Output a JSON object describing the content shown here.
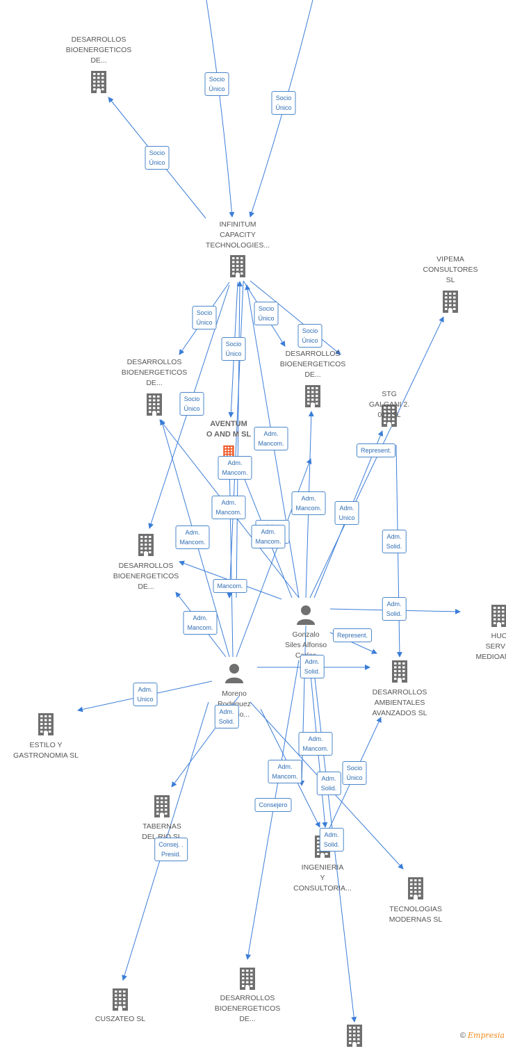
{
  "nodes": {
    "dbe_top": {
      "label": "DESARROLLOS\nBIOENERGETICOS\nDE...",
      "type": "building"
    },
    "infinitum": {
      "label": "INFINITUM\nCAPACITY\nTECHNOLOGIES...",
      "type": "building"
    },
    "vipema": {
      "label": "VIPEMA\nCONSULTORES\nSL",
      "type": "building"
    },
    "dbe_left": {
      "label": "DESARROLLOS\nBIOENERGETICOS\nDE...",
      "type": "building"
    },
    "dbe_mid": {
      "label": "DESARROLLOS\nBIOENERGETICOS\nDE...",
      "type": "building"
    },
    "stg": {
      "label": "STG\nGALGANI 2.\n012 SL",
      "type": "building"
    },
    "aventum": {
      "label": "AVENTUM\nO AND M SL",
      "type": "highlight"
    },
    "dbe_low": {
      "label": "DESARROLLOS\nBIOENERGETICOS\nDE...",
      "type": "building"
    },
    "huc": {
      "label": "HUC\nSERVIC\nMEDIOAMBIE",
      "type": "building"
    },
    "gonzalo": {
      "label": "Gonzalo\nSiles Alfonso\nCarlos",
      "type": "person"
    },
    "daa": {
      "label": "DESARROLLOS\nAMBIENTALES\nAVANZADOS SL",
      "type": "building"
    },
    "moreno": {
      "label": "Moreno\nRodriguez\nAntonio...",
      "type": "person"
    },
    "estilo": {
      "label": "ESTILO Y\nGASTRONOMIA SL",
      "type": "building"
    },
    "tabernas": {
      "label": "TABERNAS\nDEL RIO SL",
      "type": "building"
    },
    "ingenieria": {
      "label": "INGENIERIA\nY\nCONSULTORIA...",
      "type": "building"
    },
    "tecnologias": {
      "label": "TECNOLOGIAS\nMODERNAS SL",
      "type": "building"
    },
    "dbe_bottom": {
      "label": "DESARROLLOS\nBIOENERGETICOS\nDE...",
      "type": "building"
    },
    "cuszateo": {
      "label": "CUSZATEO SL",
      "type": "building"
    },
    "bottom_right": {
      "label": "",
      "type": "building"
    }
  },
  "edge_labels": [
    "Socio\nÚnico",
    "Socio\nÚnico",
    "Socio\nÚnico",
    "Socio\nÚnico",
    "Socio\nÚnico",
    "Socio\nÚnico",
    "Socio\nÚnico",
    "Socio\nÚnico",
    "Adm.\nMancom.",
    "Represent.",
    "Adm.\nMancom.",
    "Adm.\nMancom.",
    "Adm.\nMancom.",
    "Adm.\nUnico",
    "Adm.\nSolid.",
    "Adm.\nMancom.",
    "Adm.\nMancom.",
    "Adm.\nMancom.",
    "Mancom.",
    "Adm.\nSolid.",
    "Adm.\nMancom.",
    "Represent.",
    "Adm.\nSolid.",
    "Adm.\nUnico",
    "Adm.\nSolid.",
    "Adm.\nMancom.",
    "Adm.\nMancom.",
    "Socio\nÚnico",
    "Adm.\nSolid.",
    "Consejero",
    "Adm.\nSolid.",
    "Consej. .\nPresid."
  ],
  "copyright": {
    "symbol": "©",
    "brand": "Empresia"
  },
  "colors": {
    "edge": "#3b7dd8",
    "building": "#6f6f6f",
    "highlight": "#f05a28"
  }
}
